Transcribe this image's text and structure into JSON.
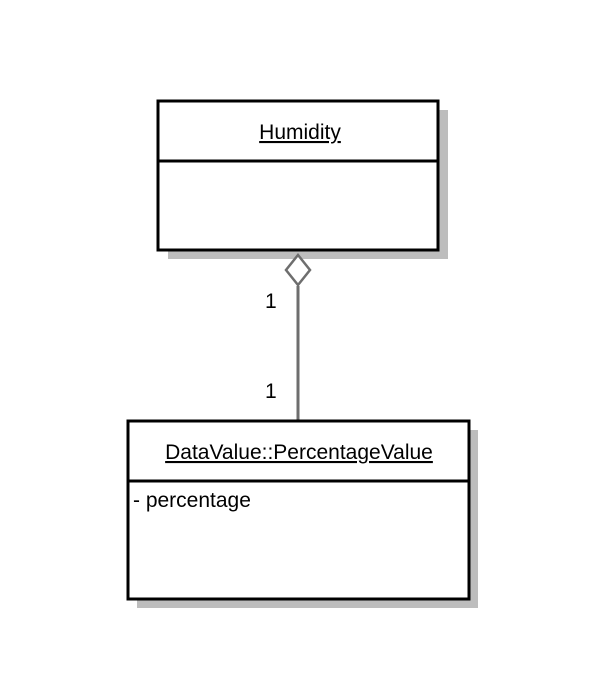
{
  "diagram": {
    "classes": [
      {
        "name": "Humidity",
        "attributes": []
      },
      {
        "name": "DataValue::PercentageValue",
        "attributes": [
          "- percentage"
        ]
      }
    ],
    "association": {
      "type": "aggregation",
      "multiplicity_source": "1",
      "multiplicity_target": "1"
    }
  }
}
